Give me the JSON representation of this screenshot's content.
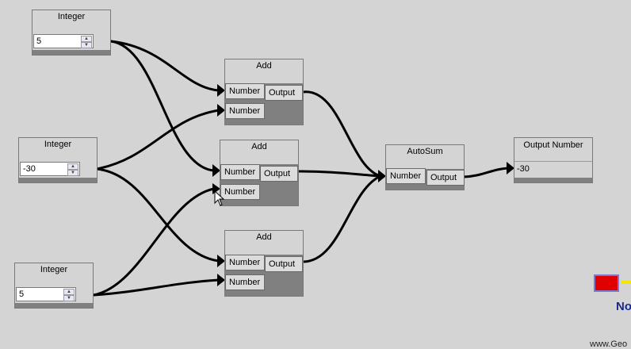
{
  "nodes": {
    "integer1": {
      "title": "Integer",
      "value": "5"
    },
    "integer2": {
      "title": "Integer",
      "value": "-30"
    },
    "integer3": {
      "title": "Integer",
      "value": "5"
    },
    "add1": {
      "title": "Add",
      "input1": "Number",
      "input2": "Number",
      "output": "Output"
    },
    "add2": {
      "title": "Add",
      "input1": "Number",
      "input2": "Number",
      "output": "Output"
    },
    "add3": {
      "title": "Add",
      "input1": "Number",
      "input2": "Number",
      "output": "Output"
    },
    "autosum": {
      "title": "AutoSum",
      "input": "Number",
      "output": "Output"
    },
    "output_number": {
      "title": "Output Number",
      "value": "-30"
    }
  },
  "spinner": {
    "up": "▲",
    "down": "▼"
  },
  "logo": {
    "partial_text": "No",
    "site_text": "www.Geo"
  },
  "colors": {
    "canvas": "#d4d4d4",
    "wire": "#000000",
    "node_footer": "#808080",
    "logo_red": "#e00000"
  }
}
